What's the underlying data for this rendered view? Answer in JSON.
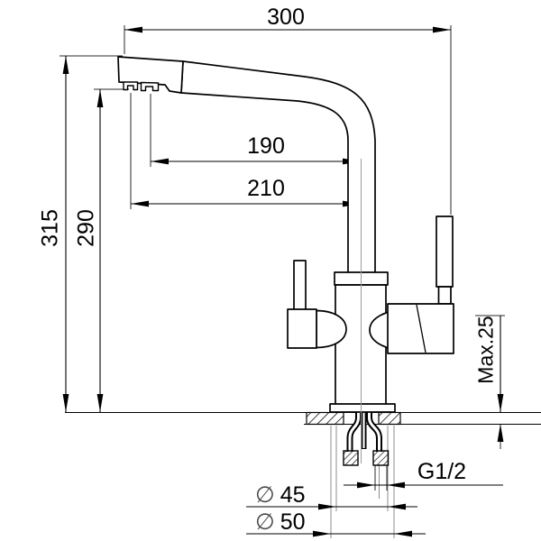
{
  "drawing": {
    "type": "technical-dimension-drawing",
    "subject": "three-way kitchen faucet side view",
    "line_color": "#000000",
    "aux_line_color": "#999999",
    "background": "#ffffff",
    "dimensions": {
      "overall_width": "300",
      "spout_upper_reach": "190",
      "spout_lower_reach": "210",
      "overall_height": "315",
      "spout_height": "290",
      "max_deck_thickness": "Max.25",
      "thread_size": "G1/2",
      "body_diameter": {
        "symbol": "∅",
        "value": "45"
      },
      "base_diameter": {
        "symbol": "∅",
        "value": "50"
      }
    }
  }
}
